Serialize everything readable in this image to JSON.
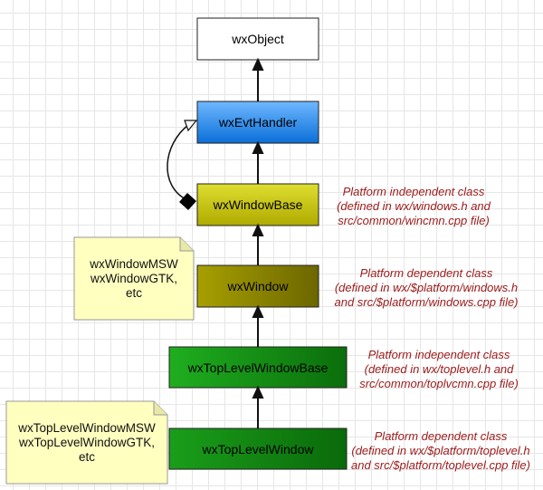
{
  "classes": {
    "wxObject": "wxObject",
    "wxEvtHandler": "wxEvtHandler",
    "wxWindowBase": "wxWindowBase",
    "wxWindow": "wxWindow",
    "wxTopLevelWindowBase": "wxTopLevelWindowBase",
    "wxTopLevelWindow": "wxTopLevelWindow"
  },
  "notes": {
    "window_impls": "wxWindowMSW\nwxWindowGTK,\netc",
    "toplevel_impls": "wxTopLevelWindowMSW\nwxTopLevelWindowGTK,\netc"
  },
  "annotations": {
    "window_base": "Platform independent class\n(defined in wx/windows.h and\nsrc/common/wincmn.cpp file)",
    "window": "Platform dependent class\n(defined in wx/$platform/windows.h\nand src/$platform/windows.cpp file)",
    "toplevel_base": "Platform independent class\n(defined in wx/toplevel.h and\nsrc/common/toplvcmn.cpp file)",
    "toplevel": "Platform dependent class\n(defined in wx/$platform/toplevel.h\nand src/$platform/toplevel.cpp file)"
  },
  "colors": {
    "object": "#ffffff",
    "evt_handler": "#1f86ee",
    "window_base": "#c5c000",
    "window": "#8f8800",
    "toplevel_base": "#199a19",
    "toplevel": "#138813",
    "note": "#ffffc0",
    "annotation": "#9b1a1a"
  }
}
